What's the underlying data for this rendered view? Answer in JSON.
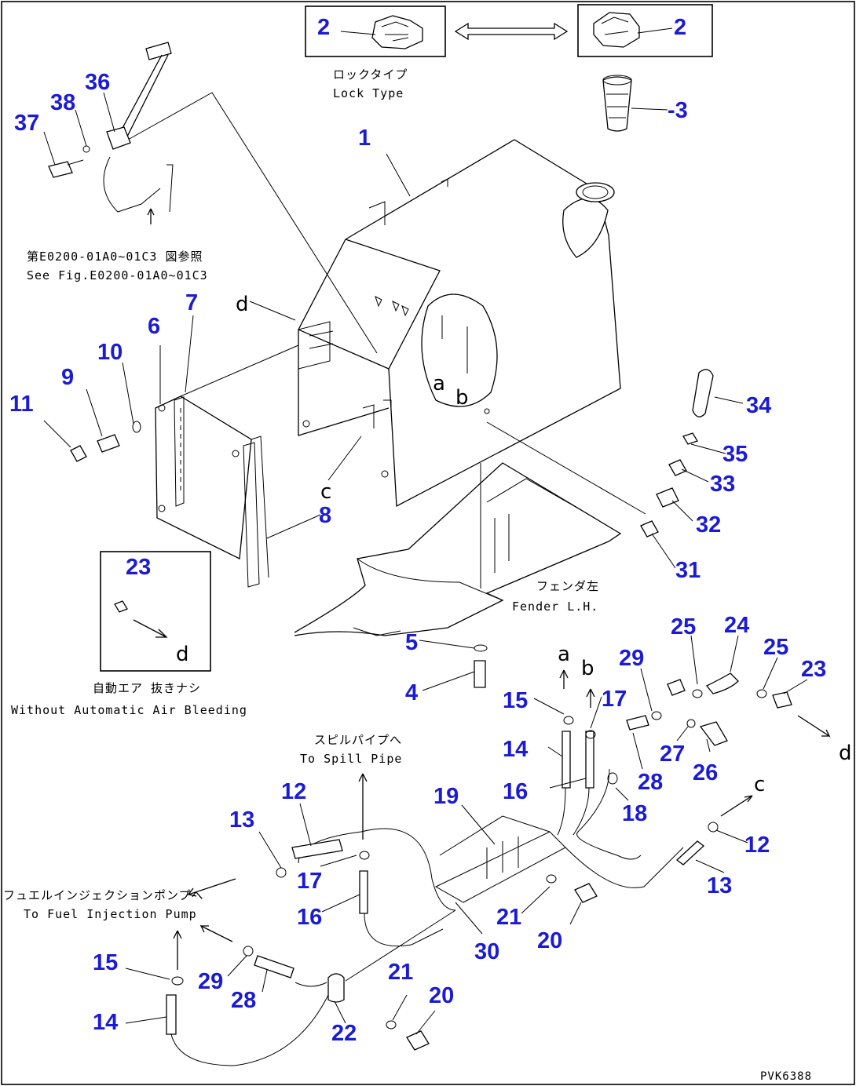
{
  "diagram": {
    "callouts": {
      "c2a": "2",
      "c2b": "2",
      "c3": "-3",
      "c1": "1",
      "c36": "36",
      "c38": "38",
      "c37": "37",
      "c7": "7",
      "c6": "6",
      "c10": "10",
      "c9": "9",
      "c11": "11",
      "c8": "8",
      "c34": "34",
      "c35": "35",
      "c33": "33",
      "c32": "32",
      "c31": "31",
      "c23a": "23",
      "c5": "5",
      "c4": "4",
      "c29a": "29",
      "c25a": "25",
      "c24": "24",
      "c25b": "25",
      "c23b": "23",
      "c15a": "15",
      "c17a": "17",
      "c14a": "14",
      "c16a": "16",
      "c28a": "28",
      "c27": "27",
      "c26": "26",
      "c18": "18",
      "c12a": "12",
      "c13a": "13",
      "c19": "19",
      "c12b": "12",
      "c13b": "13",
      "c17b": "17",
      "c16b": "16",
      "c21a": "21",
      "c20a": "20",
      "c30": "30",
      "c15b": "15",
      "c29b": "29",
      "c28b": "28",
      "c14b": "14",
      "c21b": "21",
      "c20b": "20",
      "c22": "22"
    },
    "letters": {
      "d_top": "d",
      "a_tank": "a",
      "b_tank": "b",
      "c_tank": "c",
      "d_inset": "d",
      "a_pipe": "a",
      "b_pipe": "b",
      "d_right": "d",
      "c_right": "c"
    },
    "captions": {
      "lock_jp": "ロックタイプ",
      "lock_en": "Lock Type",
      "ref_jp": "第E0200-01A0~01C3 図参照",
      "ref_en": "See Fig.E0200-01A0~01C3",
      "fender_jp": "フェンダ左",
      "fender_en": "Fender L.H.",
      "noair_jp": "自動エア 抜きナシ",
      "noair_en": "Without Automatic Air Bleeding",
      "spill_jp": "スピルパイプへ",
      "spill_en": "To Spill Pipe",
      "pump_jp": "フュエルインジェクションポンプへ",
      "pump_en": "To Fuel Injection Pump"
    },
    "figure_code": "PVK6388"
  }
}
